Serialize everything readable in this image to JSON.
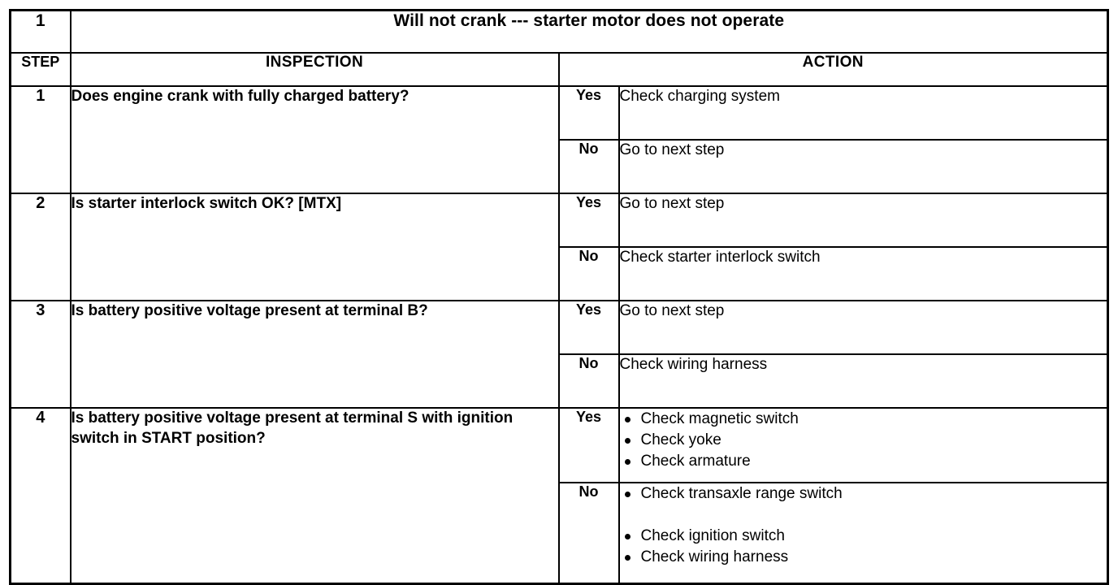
{
  "table": {
    "title_number": "1",
    "title": "Will not crank --- starter motor does not operate",
    "headers": {
      "step": "STEP",
      "inspection": "INSPECTION",
      "action": "ACTION"
    },
    "answers": {
      "yes": "Yes",
      "no": "No"
    },
    "rows": [
      {
        "step": "1",
        "inspection": "Does engine crank with fully charged battery?",
        "yes_action": "Check charging system",
        "no_action": "Go to next step"
      },
      {
        "step": "2",
        "inspection": "Is starter interlock switch OK? [MTX]",
        "yes_action": "Go to next step",
        "no_action": "Check starter interlock switch"
      },
      {
        "step": "3",
        "inspection": "Is battery positive voltage present at terminal B?",
        "yes_action": "Go to next step",
        "no_action": "Check wiring harness"
      },
      {
        "step": "4",
        "inspection": "Is battery positive voltage present at terminal S with ignition switch in START position?",
        "yes_bullets": [
          "Check magnetic switch",
          "Check yoke",
          "Check armature"
        ],
        "no_bullets": [
          "Check transaxle range switch",
          "",
          "Check ignition switch",
          "Check wiring harness"
        ]
      }
    ]
  },
  "colors": {
    "ink": "#000000",
    "paper": "#ffffff"
  }
}
